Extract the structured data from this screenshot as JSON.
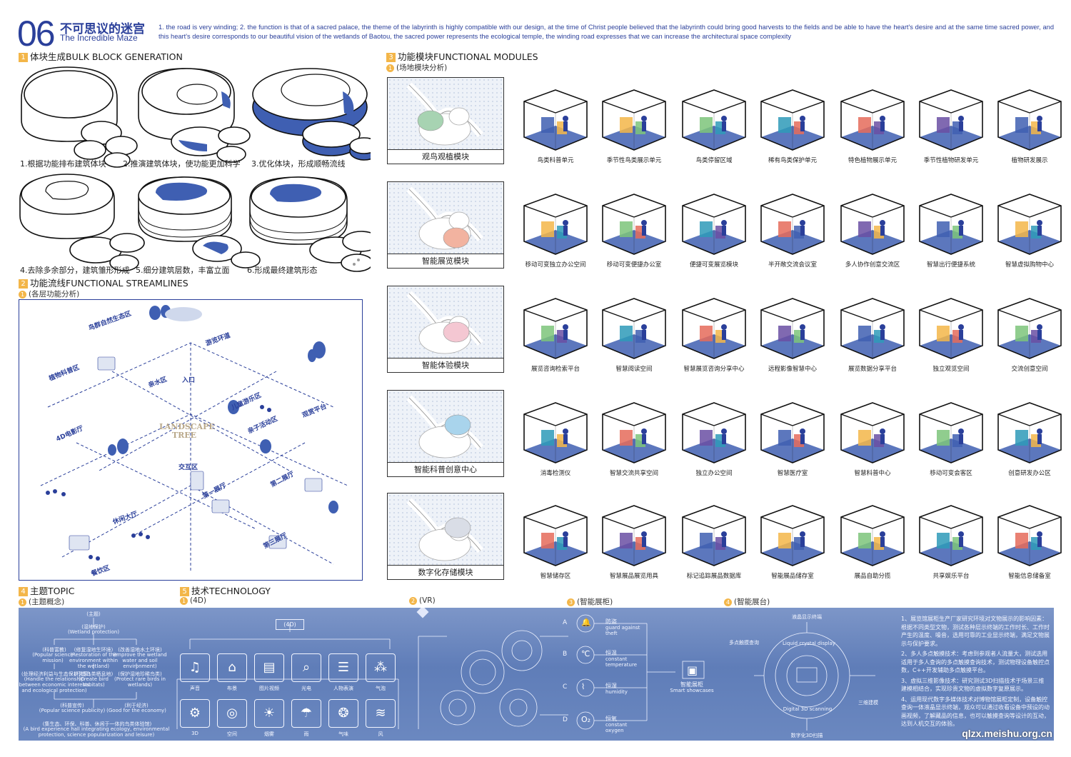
{
  "header": {
    "number": "06",
    "title_cn": "不可思议的迷宫",
    "title_en": "The Incredible Maze",
    "description": "1. the road is very winding; 2. the function is that of a sacred palace, the theme of the labyrinth is highly compatible with our design, at the time of Christ people believed that the labyrinth could bring good harvests to the fields and be able to have the heart's desire and at the same time sacred power, and this heart's desire corresponds to our beautiful vision of the wetlands of Baotou,  the sacred power represents the ecological temple, the winding road expresses that we can increase the architectural space complexity"
  },
  "sections": {
    "bulk": {
      "num": "1",
      "title": "体块生成BULK BLOCK GENERATION"
    },
    "streamlines": {
      "num": "2",
      "title": "功能流线FUNCTIONAL STREAMLINES",
      "sub_num": "1",
      "sub": "(各层功能分析)"
    },
    "modules": {
      "num": "3",
      "title": "功能模块FUNCTIONAL MODULES",
      "sub_num": "1",
      "sub": "(场地模块分析)"
    },
    "topic": {
      "num": "4",
      "title": "主题TOPIC",
      "sub_num": "1",
      "sub": "(主题概念)"
    },
    "tech": {
      "num": "5",
      "title": "技术TECHNOLOGY",
      "sub_num": "1",
      "sub": "(4D)"
    },
    "vr": {
      "sub_num": "2",
      "sub": "(VR)"
    },
    "cabinet": {
      "sub_num": "3",
      "sub": "(智能展柜)"
    },
    "booth": {
      "sub_num": "4",
      "sub": "(智能展台)"
    }
  },
  "bulk_steps": [
    "1.根据功能排布建筑体块",
    "2.推演建筑体块，使功能更加科学",
    "3.优化体块，形成顺畅流线",
    "4.去除多余部分，建筑雏形形成",
    "5.细分建筑层数，丰富立面",
    "6.形成最终建筑形态"
  ],
  "streamline_labels": {
    "bird_area": "鸟群自然生态区",
    "plant_area": "植物科普区",
    "wander": "游览环道",
    "water_view": "亲水区",
    "entrance": "入口",
    "landscape_tree": "LANDSCAPE TREE",
    "kids": "儿童游乐区",
    "parent": "亲子活动区",
    "view_platform": "观赏平台",
    "interaction": "交互区",
    "hall1": "第一展厅",
    "hall2": "第二展厅",
    "hall3": "第三展厅",
    "rest": "休闲大厅",
    "cinema": "4D电影厅",
    "dining": "餐饮区"
  },
  "modules": [
    "观鸟观植模块",
    "智能展览模块",
    "智能体验模块",
    "智能科普创意中心",
    "数字化存储模块"
  ],
  "cube_rows": [
    [
      "鸟类科普单元",
      "季节性鸟类展示单元",
      "鸟类停留区域",
      "稀有鸟类保护单元",
      "特色植物展示单元",
      "季节性植物研发单元",
      "植物研发展示"
    ],
    [
      "移动可变独立办公空间",
      "移动可变便捷办公室",
      "便捷可变展览模块",
      "半开敞交流会议室",
      "多人协作创意交流区",
      "智慧出行便捷系统",
      "智慧虚拟购物中心"
    ],
    [
      "展览咨询检索平台",
      "智慧阅读空间",
      "智慧展览咨询分享中心",
      "远程影像智慧中心",
      "展览数据分享平台",
      "独立观览空间",
      "交流创意空间"
    ],
    [
      "消毒检测仪",
      "智慧交流共享空间",
      "独立办公空间",
      "智慧医疗室",
      "智慧科普中心",
      "移动可变会客区",
      "创意研发办公区"
    ],
    [
      "智慧储存区",
      "智慧展品展览用具",
      "标记追踪展品数据库",
      "智能展品储存室",
      "展品自助分揽",
      "共享娱乐平台",
      "智能信息储备室"
    ]
  ],
  "topic_tree": {
    "root": "(主题)",
    "l1": "(湿地保护)",
    "l1_en": "(Wetland protection)",
    "l2": [
      "(科普富教)",
      "(修复湿地生环境)",
      "(改善湿地水土环境)"
    ],
    "l2_en": [
      "(Popular science mission)",
      "(Restoration of the environment within the wetland)",
      "(Improve the wetland water and soil environment)"
    ],
    "l3": [
      "(处理经济利益与生态保护关系)",
      "(打造鸟类栖息地)",
      "(保护湿地珍稀鸟类)"
    ],
    "l3_en": [
      "(Handle the relationship between economic interests and ecological protection)",
      "(Create bird habitats)",
      "(Protect rare birds in wetlands)"
    ],
    "l4": [
      "(科普宣传)",
      "(利于经济)"
    ],
    "l4_en": [
      "(Popular science publicity)",
      "(Good for the economy)"
    ],
    "final": "(集生态、环保、科普、休闲于一体的鸟类体验馆)",
    "final_en": "(A bird experience hall integrating ecology, environmental protection, science popularization and leisure)"
  },
  "tech4d": {
    "label": "(4D)",
    "icons_top": [
      "声音",
      "布景",
      "图片视频",
      "光电",
      "人物表演",
      "气泡"
    ],
    "icons_bottom": [
      "3D",
      "空间",
      "烟雾",
      "雨",
      "气味",
      "风"
    ]
  },
  "cabinet_items": [
    {
      "letter": "A",
      "cn": "防盗",
      "en": "guard against theft"
    },
    {
      "letter": "B",
      "cn": "恒温",
      "en": "constant temperature"
    },
    {
      "letter": "C",
      "cn": "恒湿",
      "en": "humidity"
    },
    {
      "letter": "D",
      "cn": "恒氧",
      "en": "constant oxygen"
    }
  ],
  "cabinet_center": {
    "cn": "智能展柜",
    "en": "Smart showcases"
  },
  "booth": {
    "top": "液晶显示终端",
    "left": "多点触摸查询",
    "right": "三维建模",
    "bottom": "数字化3D扫描",
    "ring": "Liquid crystal display",
    "ring2": "Digital 3D scanning"
  },
  "tech_notes": [
    "1、展览馆展柜生产厂家研究环境对文物展示的影响因素：根据不同类型文物，测试各种层示终端的工作时长、工作时产生的温度、噪音，选用可靠的工业显示终端，满足文物展示与保护要求。",
    "2、多人多点触摸技术：考虑到参观者人流量大，测试选用适用于多人查询的多点触摸查询技术，测试物理设备触控点数，C++开发辅助多点触摸平台。",
    "3、虚拟三维影像技术：研究测试3D扫描技术于场景三维建模相结合，实现珍贵文物的虚拟数字复原展示。",
    "4、运用现代数字多媒体技术对博物馆展柜定制，设备触控查询一体液晶显示终端，观众可以通过收看设备中预设的动画视频，了解藏品的信息，也可以触摸查询等设计的互动，达到人机交互的体验。"
  ],
  "watermark": "qlzx.meishu.org.cn",
  "colors": {
    "primary": "#2a3f9a",
    "accent": "#f3b649",
    "band": "#6b88c0",
    "fill": "#3f5fb2"
  }
}
